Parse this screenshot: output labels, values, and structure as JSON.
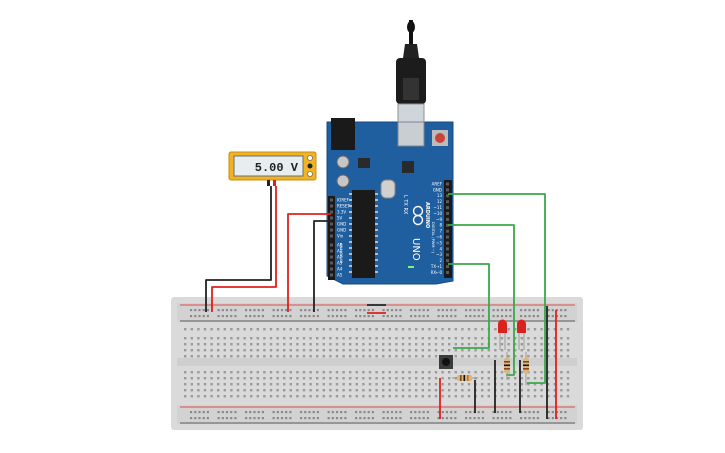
{
  "multimeter": {
    "reading": "5.00 V"
  },
  "arduino": {
    "brand": "ARDUINO",
    "model": "UNO",
    "section_digital": "DIGITAL (PWM ~)",
    "section_analog": "ANALOG IN",
    "power_pins": [
      "IOREF",
      "RESET",
      "3.3V",
      "5V",
      "GND",
      "GND",
      "Vin"
    ],
    "analog_pins": [
      "A0",
      "A1",
      "A2",
      "A3",
      "A4",
      "A5"
    ],
    "digital_pins": [
      "AREF",
      "GND",
      "13",
      "12",
      "~11",
      "~10",
      "~9",
      "8",
      "7",
      "~6",
      "~5",
      "4",
      "~3",
      "2",
      "TX→1",
      "RX←0"
    ],
    "leds": [
      "L",
      "TX",
      "RX",
      "ON"
    ]
  },
  "colors": {
    "board": "#1f5fa0",
    "breadboard": "#dadada",
    "wire_red": "#e0201c",
    "wire_black": "#222222",
    "wire_green": "#3aa84a",
    "led_red": "#d9211e",
    "multimeter_body": "#f0b323"
  }
}
